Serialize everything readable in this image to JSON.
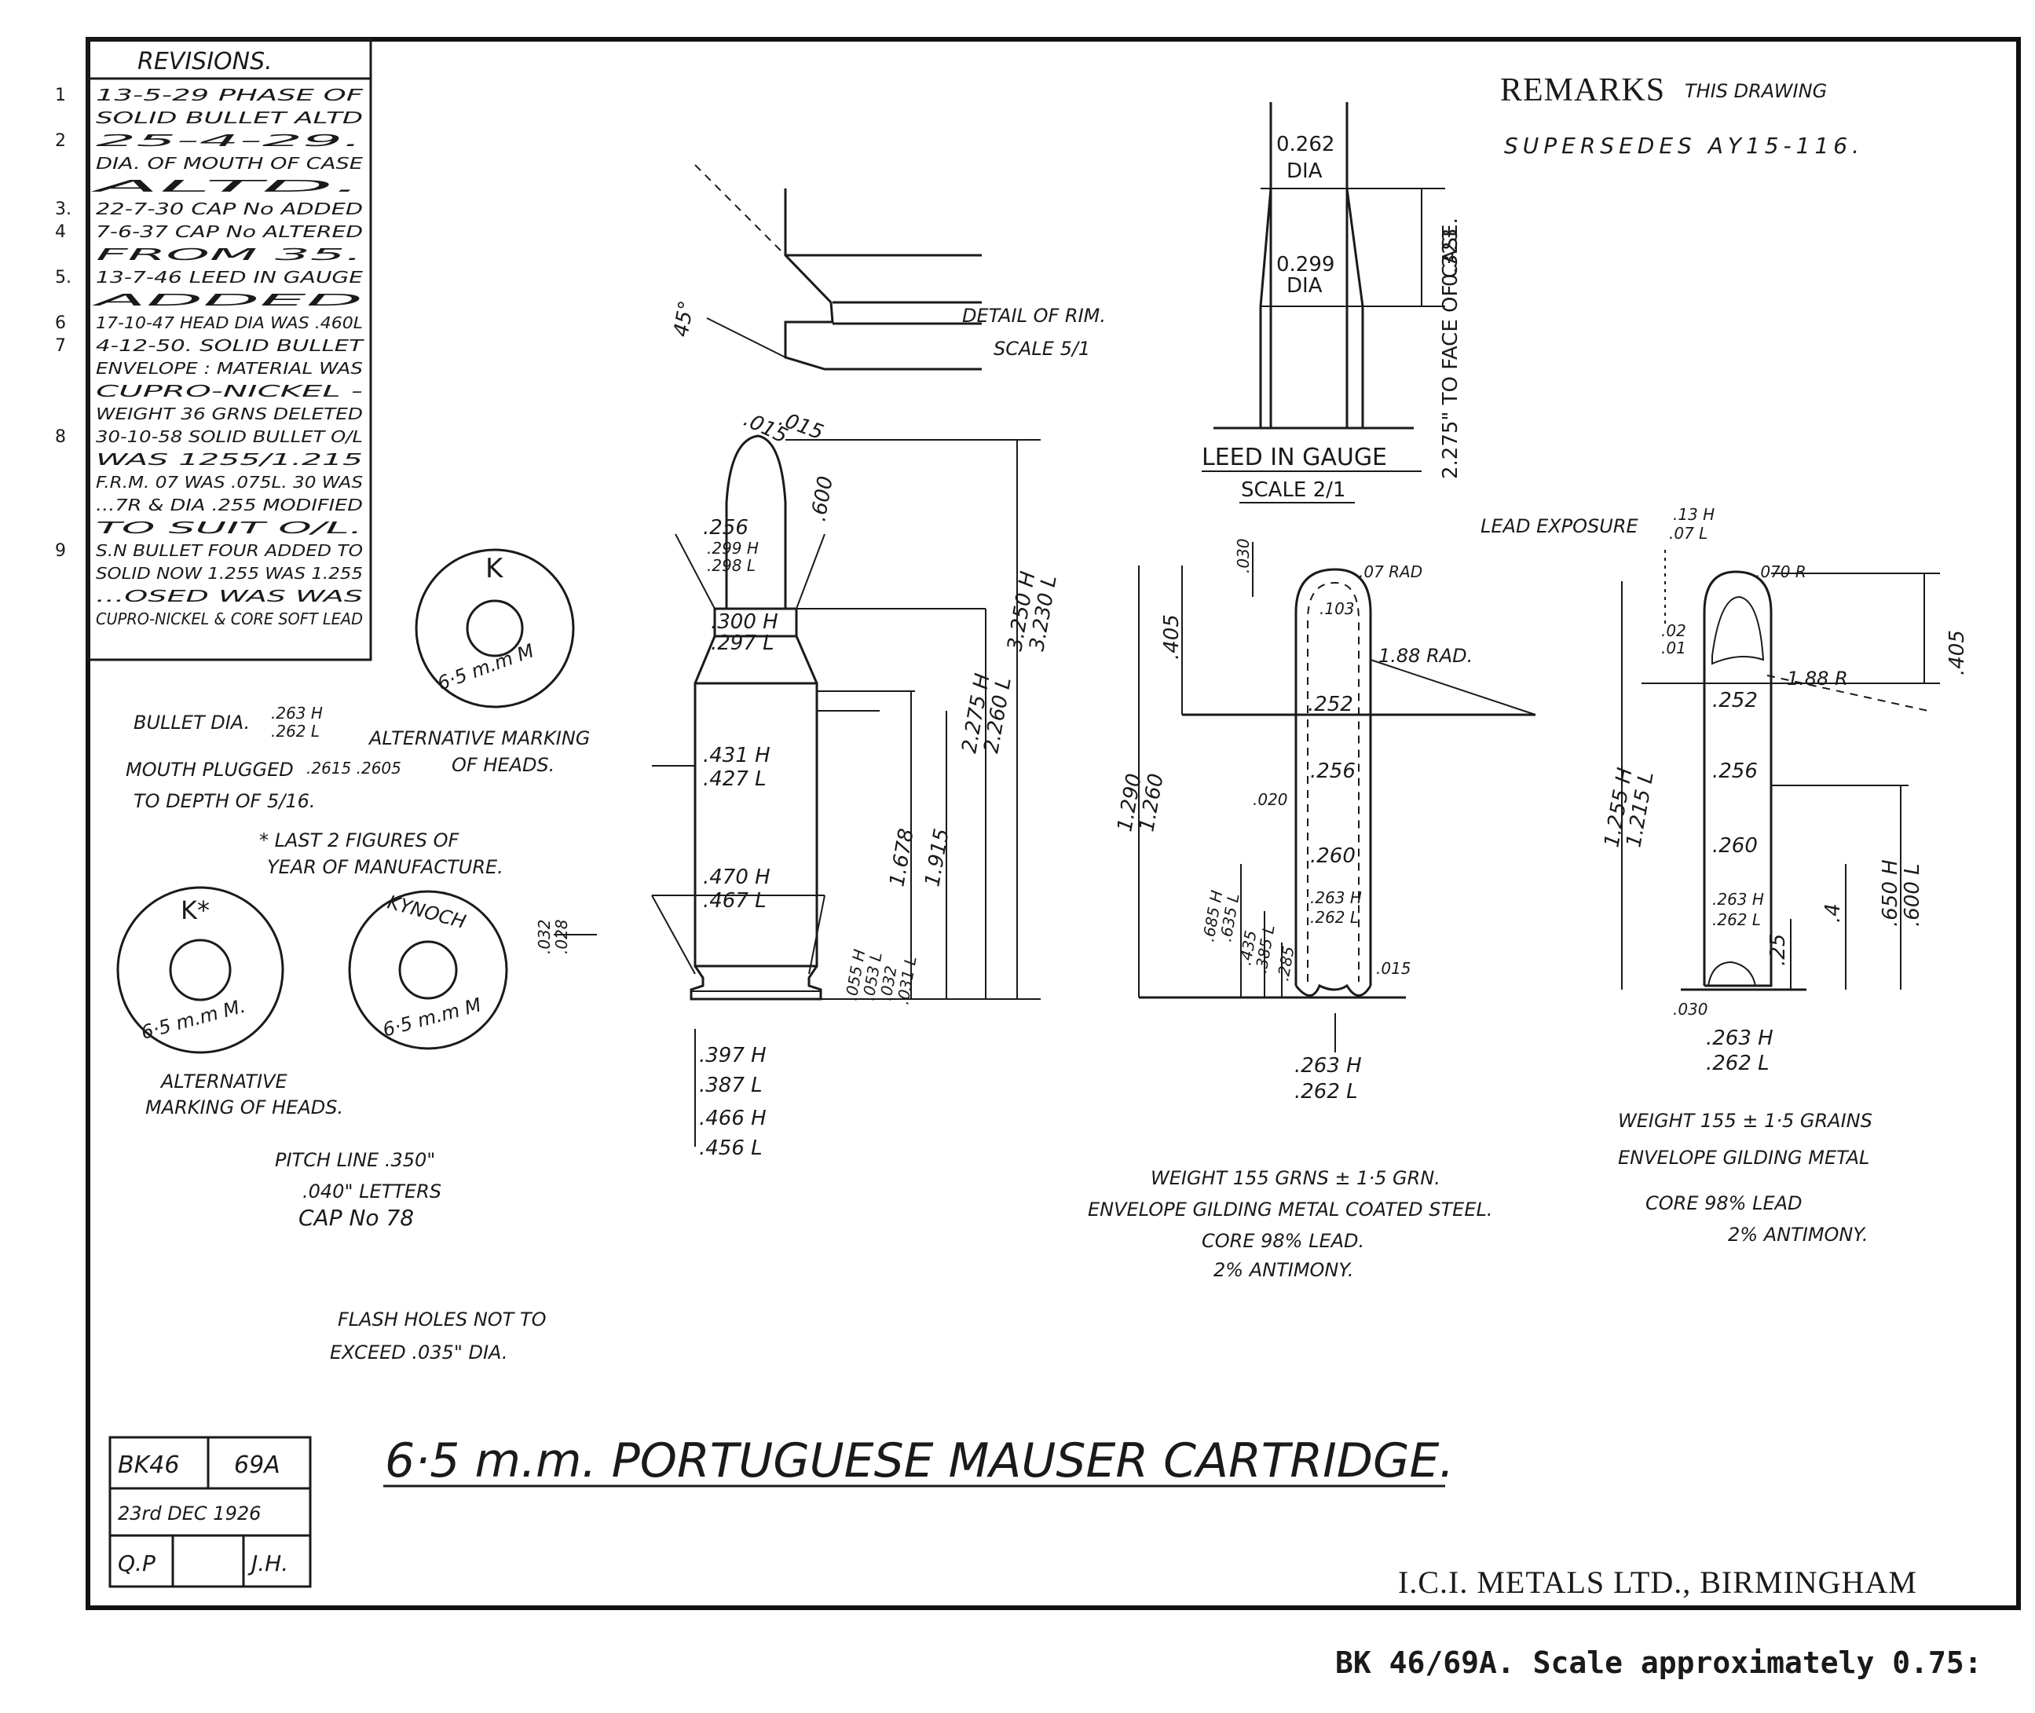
{
  "sheet": {
    "remarks_heading": "REMARKS",
    "remarks_text_1": "THIS DRAWING",
    "remarks_text_2": "SUPERSEDES AY15-116.",
    "title": "6·5 m.m. PORTUGUESE MAUSER CARTRIDGE.",
    "maker": "I.C.I. METALS  LTD., BIRMINGHAM",
    "footer_caption": "BK 46/69A.  Scale approximately 0.75:"
  },
  "revisions": {
    "heading": "REVISIONS.",
    "entries": [
      {
        "num": "1",
        "text": "13-5-29  PHASE OF"
      },
      {
        "num": "",
        "text": "SOLID BULLET ALTD"
      },
      {
        "num": "2",
        "text": "25-4-29."
      },
      {
        "num": "",
        "text": "DIA. OF MOUTH OF CASE"
      },
      {
        "num": "",
        "text": "ALTD."
      },
      {
        "num": "3.",
        "text": "22-7-30  CAP No ADDED"
      },
      {
        "num": "4",
        "text": "7-6-37  CAP No ALTERED"
      },
      {
        "num": "",
        "text": "FROM 35."
      },
      {
        "num": "5.",
        "text": "13-7-46  LEED IN GAUGE"
      },
      {
        "num": "",
        "text": "ADDED"
      },
      {
        "num": "6",
        "text": "17-10-47 HEAD DIA WAS .460L"
      },
      {
        "num": "7",
        "text": "4-12-50. SOLID BULLET"
      },
      {
        "num": "",
        "text": "ENVELOPE : MATERIAL WAS"
      },
      {
        "num": "",
        "text": "CUPRO-NICKEL -"
      },
      {
        "num": "",
        "text": "WEIGHT 36 GRNS DELETED"
      },
      {
        "num": "8",
        "text": "30-10-58 SOLID BULLET O/L"
      },
      {
        "num": "",
        "text": "WAS 1255/1.215"
      },
      {
        "num": "",
        "text": "F.R.M. 07 WAS .075L. 30 WAS"
      },
      {
        "num": "",
        "text": "...7R & DIA .255 MODIFIED"
      },
      {
        "num": "",
        "text": "TO SUIT O/L."
      },
      {
        "num": "9",
        "text": "S.N BULLET FOUR ADDED TO"
      },
      {
        "num": "",
        "text": "SOLID NOW 1.255 WAS 1.255"
      },
      {
        "num": "",
        "text": "...OSED WAS  WAS"
      },
      {
        "num": "",
        "text": "CUPRO-NICKEL & CORE SOFT LEAD"
      }
    ]
  },
  "left_notes": {
    "bullet_dia_label": "BULLET DIA.",
    "bullet_dia_h": ".263 H",
    "bullet_dia_l": ".262 L",
    "mouth_plugged_1": "MOUTH PLUGGED",
    "mouth_plugged_vals": ".2615 .2605",
    "mouth_plugged_2": "TO DEPTH OF 5/16.",
    "alt_marking_1": "ALTERNATIVE MARKING",
    "alt_marking_2": "OF HEADS.",
    "last_figures_1": "* LAST 2 FIGURES OF",
    "last_figures_2": "YEAR OF MANUFACTURE.",
    "alt_marking_b1": "ALTERNATIVE",
    "alt_marking_b2": "MARKING OF HEADS.",
    "pitch_line": "PITCH LINE .350\"",
    "letters": ".040\" LETTERS",
    "cap_no": "CAP No 78",
    "flash_1": "FLASH HOLES NOT TO",
    "flash_2": "EXCEED .035\" DIA."
  },
  "head_markings": {
    "top_k": "K",
    "top_cal": "6·5 m.m M",
    "left_k": "K*",
    "left_cal": "6·5 m.m M.",
    "kynoch": "KYNOCH",
    "kynoch_cal": "6·5 m.m M",
    "rim_dim_h": ".032",
    "rim_dim_l": ".028"
  },
  "rim_detail": {
    "label": "DETAIL OF RIM.",
    "scale": "SCALE 5/1",
    "angle": "45°",
    "dim": ".015"
  },
  "leed_gauge": {
    "label": "LEED IN GAUGE",
    "scale": "SCALE 2/1",
    "dia_top": "0.262",
    "dia_top_unit": "DIA",
    "dia_mid": "0.299",
    "dia_mid_unit": "DIA",
    "len": "0.323",
    "to_face": "2.275\" TO FACE OF CASE."
  },
  "cartridge": {
    "angle_015": ".015",
    "neck_600": ".600",
    "d_256": ".256",
    "d_299": ".299 H",
    "d_298": ".298 L",
    "d_300": ".300 H",
    "d_297": ".297 L",
    "d_431": ".431 H",
    "d_427": ".427 L",
    "d_470": ".470 H",
    "d_467": ".467 L",
    "rim_055": ".055 H",
    "rim_053": ".053 L",
    "rim_032": ".032",
    "rim_031": ".031 L",
    "l_1678": "1.678",
    "l_1915": "1.915",
    "l_2275": "2.275 H",
    "l_2260": "2.260 L",
    "l_3250": "3.250 H",
    "l_3230": "3.230 L",
    "d_397": ".397 H",
    "d_387": ".387 L",
    "d_466": ".466 H",
    "d_456": ".456 L"
  },
  "bullet_a": {
    "d_030": ".030",
    "r_07": ".07 RAD",
    "d_103": ".103",
    "r_188": "1.88 RAD.",
    "l_405": ".405",
    "d_252": ".252",
    "d_256": ".256",
    "d_020": ".020",
    "d_260": ".260",
    "d_263": ".263 H",
    "d_262": ".262 L",
    "d_015": ".015",
    "l_1290": "1.290",
    "l_1260": "1.260",
    "l_685": ".685 H",
    "l_635": ".635 L",
    "l_435": ".435",
    "l_385": ".385 L",
    "l_285": ".285",
    "base_263": ".263 H",
    "base_262": ".262 L",
    "weight": "WEIGHT 155 GRNS ± 1·5 GRN.",
    "envelope": "ENVELOPE GILDING METAL COATED STEEL.",
    "core": "CORE 98% LEAD.",
    "antimony": "2% ANTIMONY."
  },
  "bullet_b": {
    "lead_exposure": "LEAD EXPOSURE",
    "le_h": ".13 H",
    "le_l": ".07 L",
    "r_070": ".070 R",
    "d_02": ".02",
    "d_01": ".01",
    "r_188": "1.88 R",
    "l_405": ".405",
    "d_252": ".252",
    "d_256": ".256",
    "d_260": ".260",
    "d_263": ".263 H",
    "d_262": ".262 L",
    "l_1255": "1.255 H",
    "l_1215": "1.215 L",
    "l_650": ".650 H",
    "l_600": ".600 L",
    "l_4": ".4",
    "l_25": ".25",
    "d_030": ".030",
    "base_263": ".263 H",
    "base_262": ".262 L",
    "weight": "WEIGHT 155 ± 1·5 GRAINS",
    "envelope": "ENVELOPE GILDING METAL",
    "core": "CORE 98% LEAD",
    "antimony": "2% ANTIMONY."
  },
  "title_block": {
    "bk": "BK46",
    "num": "69A",
    "date": "23rd DEC 1926",
    "initials_1": "Q.P",
    "initials_2": "",
    "initials_3": "J.H."
  }
}
